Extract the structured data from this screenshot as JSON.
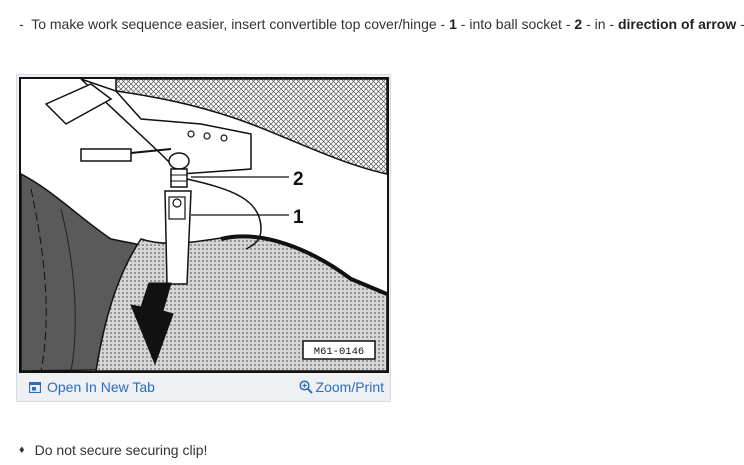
{
  "step": {
    "dash": "-",
    "text1": "To make work sequence easier, insert convertible top cover/hinge -",
    "num1": "1",
    "text2": "- into ball socket -",
    "num2": "2",
    "text3": "- in -",
    "bold_dir": "direction of arrow",
    "text4": "-."
  },
  "figure": {
    "callout_1": "1",
    "callout_2": "2",
    "figure_code": "M61-0146"
  },
  "links": {
    "open_new_tab": "Open In New Tab",
    "zoom_print": "Zoom/Print",
    "link_color": "#2a6ebd"
  },
  "bullet": {
    "symbol": "♦",
    "text": "Do not secure securing clip!"
  },
  "icons": [
    "open-tab-icon",
    "zoom-icon"
  ]
}
